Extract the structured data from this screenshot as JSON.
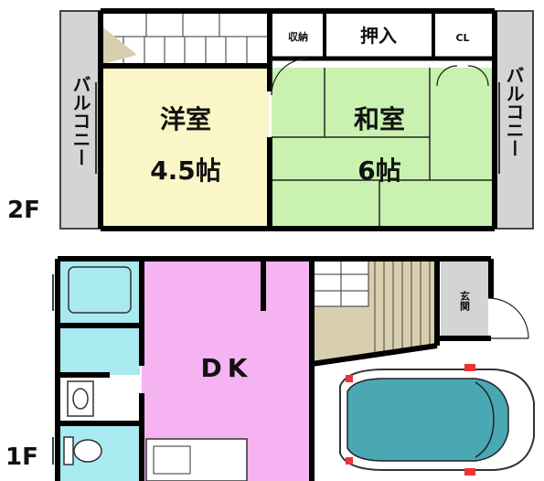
{
  "floors": {
    "upper": "2F",
    "lower": "1F"
  },
  "rooms": {
    "western": {
      "name": "洋室",
      "size": "4.5帖",
      "color": "#fbf6c8"
    },
    "japanese": {
      "name": "和室",
      "size": "6帖",
      "color": "#c9f2b0"
    },
    "dk": {
      "name": "DK",
      "color": "#f5b3f2"
    },
    "balcony_left": {
      "name": "バルコニー",
      "color": "#d4d4d4"
    },
    "balcony_right": {
      "name": "バルコニー",
      "color": "#d4d4d4"
    },
    "storage": {
      "name": "収納"
    },
    "closet_oshiire": {
      "name": "押入"
    },
    "closet_cl": {
      "name": "CL"
    },
    "entrance": {
      "name": "玄関"
    }
  },
  "colors": {
    "wall": "#000000",
    "bath": "#a9e9f0",
    "stairs": "#d9cfae",
    "car": "#4aa7b4"
  },
  "icons": [
    "bathtub",
    "washbasin",
    "toilet",
    "stairs",
    "car",
    "door-swing"
  ]
}
